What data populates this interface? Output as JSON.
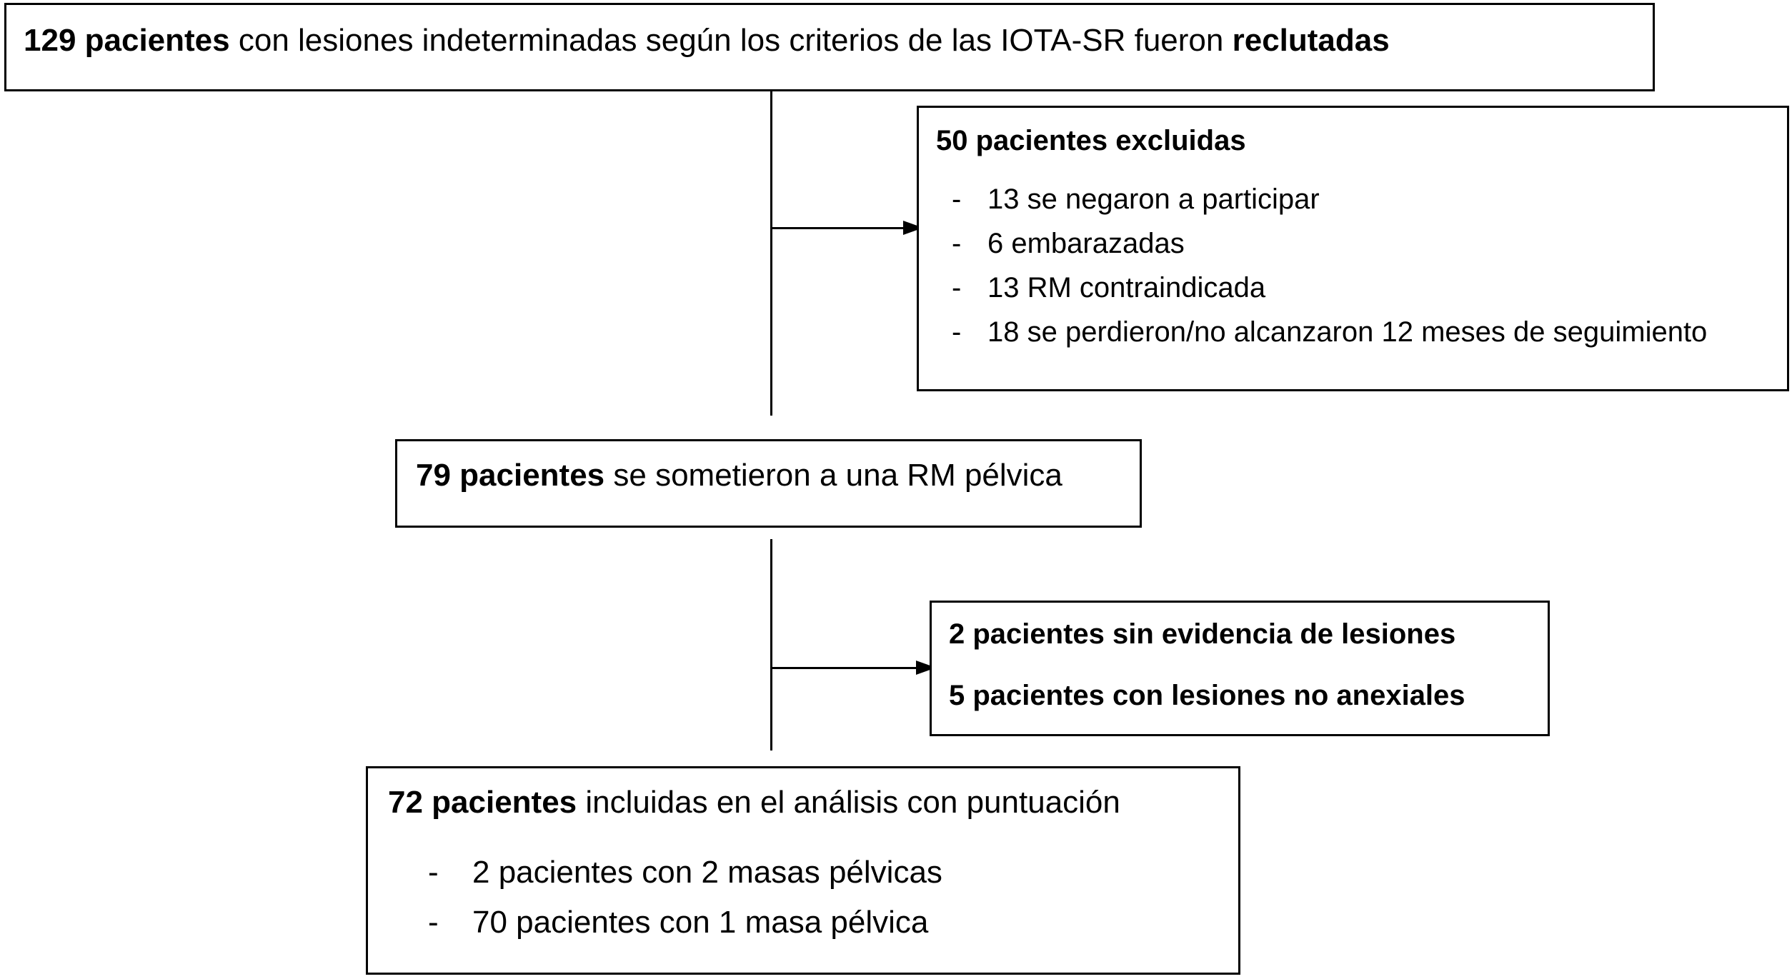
{
  "box_recruited": {
    "count_bold": "129 pacientes",
    "text": " con lesiones indeterminadas según los criterios de las IOTA-SR fueron ",
    "end_bold": "reclutadas"
  },
  "box_excluded": {
    "title": "50 pacientes excluidas",
    "bullet": "-",
    "items": [
      "13 se negaron a participar",
      "6 embarazadas",
      "13 RM contraindicada",
      "18 se perdieron/no alcanzaron 12 meses de seguimiento"
    ]
  },
  "box_mri": {
    "count_bold": "79 pacientes",
    "text": " se sometieron a una RM pélvica"
  },
  "box_no_lesion": {
    "line1": "2  pacientes sin evidencia de lesiones",
    "line2": "5 pacientes con lesiones no anexiales"
  },
  "box_included": {
    "count_bold": "72 pacientes",
    "text": " incluidas en el análisis con puntuación",
    "bullet": "-",
    "items": [
      "2 pacientes con 2 masas pélvicas",
      "70 pacientes con 1 masa pélvica"
    ]
  }
}
